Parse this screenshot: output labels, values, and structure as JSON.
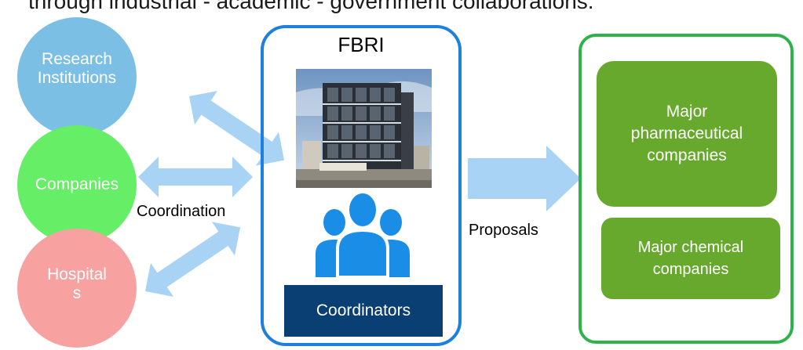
{
  "caption": "through industrial - academic - government collaborations.",
  "left_nodes": {
    "research": "Research Institutions",
    "companies": "Companies",
    "hospitals": "Hospital s"
  },
  "center": {
    "title": "FBRI",
    "coordinators": "Coordinators"
  },
  "labels": {
    "coordination": "Coordination",
    "proposals": "Proposals"
  },
  "right_nodes": {
    "pharma": "Major pharmaceutical companies",
    "chemical": "Major chemical companies"
  },
  "colors": {
    "research": "#7cbfe4",
    "companies": "#66ee66",
    "hospitals": "#f7a1a1",
    "fbri_border": "#1e7fde",
    "coordinators_box": "#0a3f73",
    "people_icon": "#1a8de6",
    "arrows": "#a9d3f5",
    "green_border": "#2eb34a",
    "green_fill": "#67a92d"
  }
}
